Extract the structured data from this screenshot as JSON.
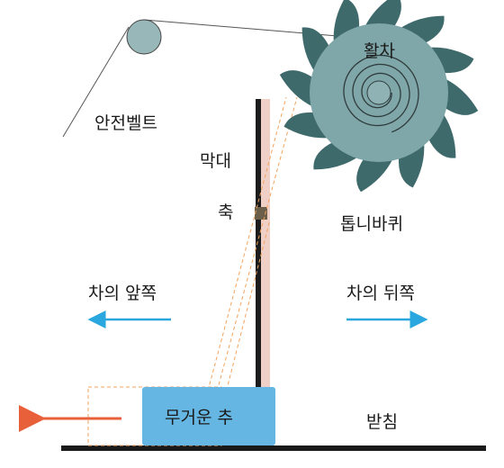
{
  "labels": {
    "safety_belt": "안전벨트",
    "pulley_wheel": "활차",
    "rod": "막대",
    "axis": "축",
    "gear_wheel": "톱니바퀴",
    "car_front": "차의 앞쪽",
    "car_rear": "차의 뒤쪽",
    "heavy_weight": "무거운 추",
    "base": "받침"
  },
  "colors": {
    "gear": "#7fa6a8",
    "gear_teeth": "#3f6a6c",
    "guide_pulley": "#98b7b8",
    "rod": "#1c1c1c",
    "rod_shadow": "#f0cfc6",
    "weight_box": "#66b6e3",
    "front_arrow": "#2aa7de",
    "rear_arrow": "#2aa7de",
    "force_arrow": "#e8603a",
    "dashed_outline": "#f2a35c",
    "base": "#1a1a1a"
  }
}
